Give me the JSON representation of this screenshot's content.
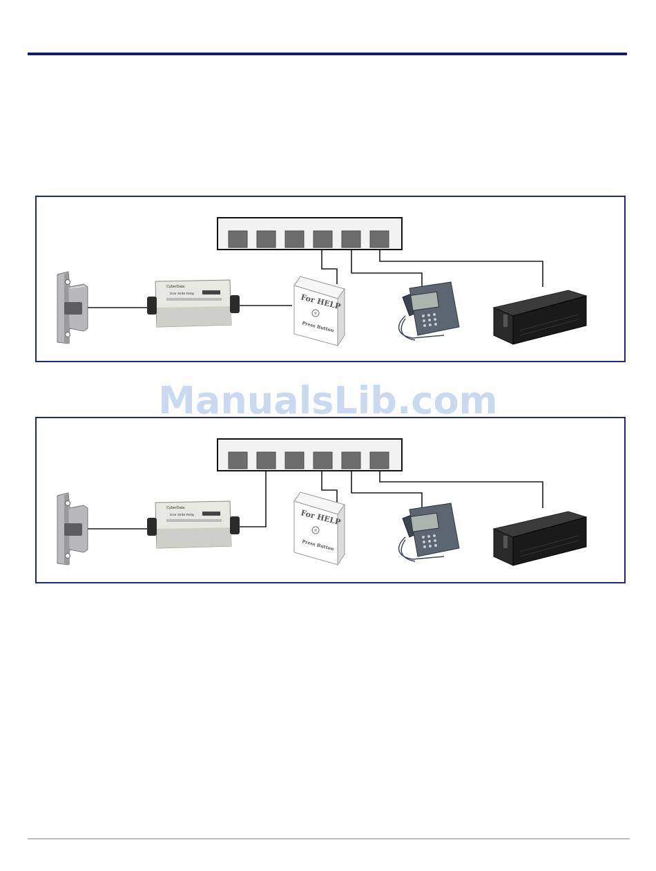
{
  "watermark": {
    "text": "ManualsLib.com"
  },
  "relay": {
    "brand": "CyberData",
    "model": "Door Strike Relay",
    "logo": "CyberData"
  },
  "call_box": {
    "line1": "For HELP",
    "line2": "Press Button"
  },
  "colors": {
    "rule": "#141c6e",
    "panel_border": "#1c2686",
    "switch_port": "#6d6d6d",
    "wire": "#1a1a1a",
    "watermark": "#c9d9ef"
  },
  "diagrams": [
    {
      "id": "diagram-1",
      "nodes": [
        "door-strike",
        "door-strike-relay",
        "emergency-call-box",
        "network-switch",
        "ip-phone",
        "server"
      ],
      "connections": [
        [
          "door-strike",
          "door-strike-relay"
        ],
        [
          "door-strike-relay",
          "emergency-call-box"
        ],
        [
          "emergency-call-box",
          "network-switch-port-4"
        ],
        [
          "ip-phone",
          "network-switch-port-5"
        ],
        [
          "server",
          "network-switch-port-6"
        ]
      ]
    },
    {
      "id": "diagram-2",
      "nodes": [
        "door-strike",
        "door-strike-relay",
        "emergency-call-box",
        "network-switch",
        "ip-phone",
        "server"
      ],
      "connections": [
        [
          "door-strike",
          "door-strike-relay"
        ],
        [
          "door-strike-relay",
          "network-switch-port-2"
        ],
        [
          "emergency-call-box",
          "network-switch-port-4"
        ],
        [
          "ip-phone",
          "network-switch-port-5"
        ],
        [
          "server",
          "network-switch-port-6"
        ]
      ]
    }
  ]
}
